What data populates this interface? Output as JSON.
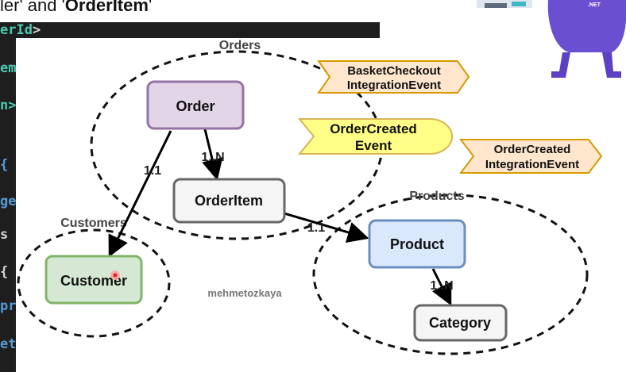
{
  "slide": {
    "title_prefix": "ler' and '",
    "title_bold": "OrderItem",
    "title_suffix": "'"
  },
  "code": {
    "first_line_name": "erId",
    "first_line_close": ">",
    "gutter": [
      "em>",
      "n>",
      "{ g",
      "get",
      "s {",
      "{",
      "pr",
      "et;"
    ]
  },
  "groups": {
    "orders": "Orders",
    "customers": "Customers",
    "products": "Products"
  },
  "entities": {
    "order": "Order",
    "order_item": "OrderItem",
    "customer": "Customer",
    "product": "Product",
    "category": "Category"
  },
  "relations": {
    "order_orderitem": "1..N",
    "order_customer": "1.1",
    "orderitem_product": "1.1",
    "product_category": "1..N"
  },
  "events": {
    "basket_checkout_1": "BasketCheckout",
    "basket_checkout_2": "IntegrationEvent",
    "order_created_1": "OrderCreated",
    "order_created_2": "Event",
    "order_created_int_1": "OrderCreated",
    "order_created_int_2": "IntegrationEvent"
  },
  "watermark": "mehmetozkaya",
  "mascot_label": ".NET",
  "colors": {
    "order_fill": "#e1d5e7",
    "order_stroke": "#9673a6",
    "orderitem_fill": "#f5f5f5",
    "orderitem_stroke": "#666666",
    "customer_fill": "#d5e8d4",
    "customer_stroke": "#82b366",
    "product_fill": "#dae8fc",
    "product_stroke": "#6c8ebf",
    "event_fill": "#ffff88",
    "event_stroke": "#d6b656",
    "integration_fill": "#ffe6cc",
    "integration_stroke": "#d79b00",
    "code_bg": "#1e1e1e"
  }
}
